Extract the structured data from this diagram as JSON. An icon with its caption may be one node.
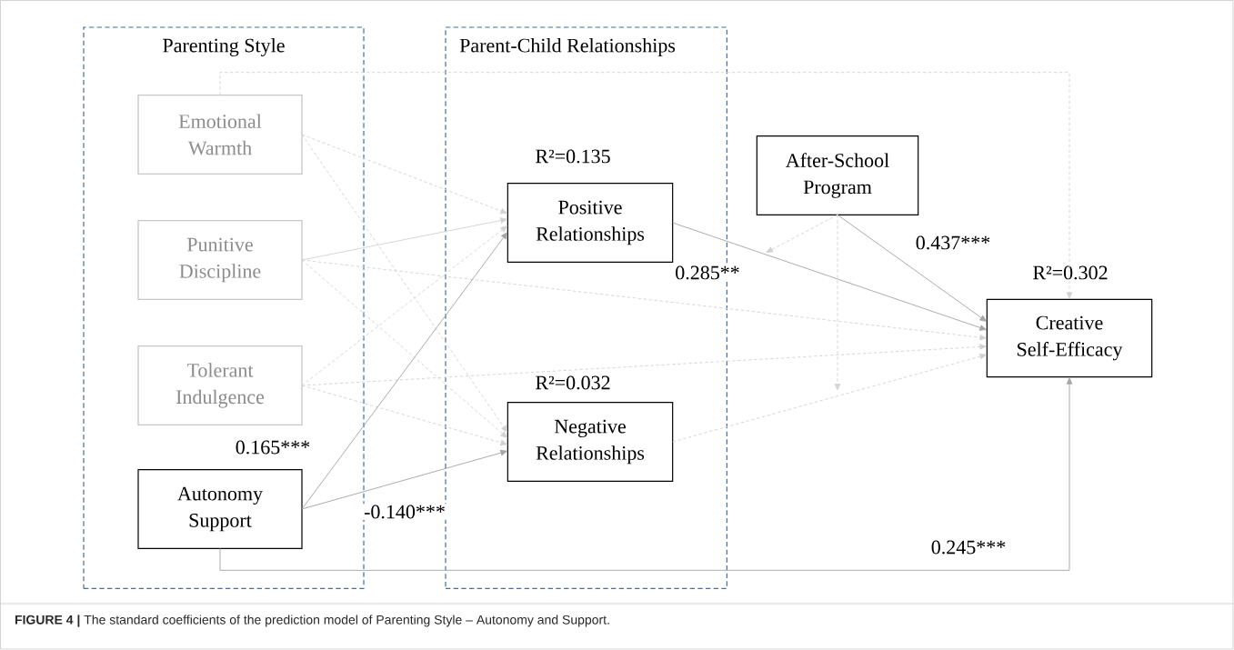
{
  "diagram": {
    "caption": "**FIGURE 4 |** The standard coefficients of the prediction model of Parenting Style – Autonomy and Support.",
    "nodes": [
      {
        "text": [
          "Parenting Style"
        ]
      },
      {
        "text": [
          "Parent-Child Relationships"
        ]
      },
      {
        "text": [
          "Emotional Warmth"
        ],
        "in": 0
      },
      {
        "text": [
          "Punitive Discipline"
        ],
        "in": 0
      },
      {
        "text": [
          "Tolerant Indulgence"
        ],
        "in": 0
      },
      {
        "text": [
          "Autonomy Support"
        ],
        "in": 0
      },
      {
        "text": [
          "Positive Relationships"
        ],
        "in": 1,
        "beside": [
          "R²=0.135"
        ]
      },
      {
        "text": [
          "Negative Relationships"
        ],
        "in": 1,
        "beside": [
          "R²=0.032"
        ]
      },
      {
        "text": [
          "After-School Program"
        ]
      },
      {
        "text": [
          "Creative Self-Efficacy"
        ],
        "beside": [
          "R²=0.302"
        ]
      }
    ],
    "edges": [
      {
        "from": 2,
        "to": 6,
        "arrow": "to",
        "style": "dashed"
      },
      {
        "from": 2,
        "to": 7,
        "arrow": "to",
        "style": "dashed"
      },
      {
        "from": 2,
        "to": 9,
        "arrow": "to",
        "style": "dashed"
      },
      {
        "from": 3,
        "to": 6,
        "arrow": "to"
      },
      {
        "from": 3,
        "to": 7,
        "arrow": "to",
        "style": "dashed"
      },
      {
        "from": 3,
        "to": 9,
        "arrow": "to",
        "style": "dashed"
      },
      {
        "from": 4,
        "to": 6,
        "arrow": "to",
        "style": "dashed"
      },
      {
        "from": 4,
        "to": 7,
        "arrow": "to",
        "style": "dashed"
      },
      {
        "from": 4,
        "to": 9,
        "arrow": "to",
        "style": "dashed"
      },
      {
        "from": 5,
        "to": 6,
        "arrow": "to",
        "label": "0.165***",
        "color": "#a6a6a6"
      },
      {
        "from": 5,
        "to": 7,
        "arrow": "to",
        "label": "-0.140***",
        "color": "#a6a6a6"
      },
      {
        "from": 5,
        "to": 9,
        "arrow": "to",
        "label": "0.245***",
        "color": "#a6a6a6"
      },
      {
        "from": 6,
        "to": 9,
        "arrow": "to",
        "label": "0.285**",
        "color": "#a6a6a6"
      },
      {
        "from": 7,
        "to": 9,
        "arrow": "to",
        "style": "dashed"
      },
      {
        "from": 8,
        "to": 9,
        "arrow": "to",
        "label": "0.437***",
        "color": "#a6a6a6"
      },
      {
        "from": 8,
        "to": null,
        "arrow": "to",
        "style": "dashed"
      },
      {
        "from": 8,
        "to": null,
        "arrow": "to",
        "style": "dashed"
      }
    ]
  }
}
